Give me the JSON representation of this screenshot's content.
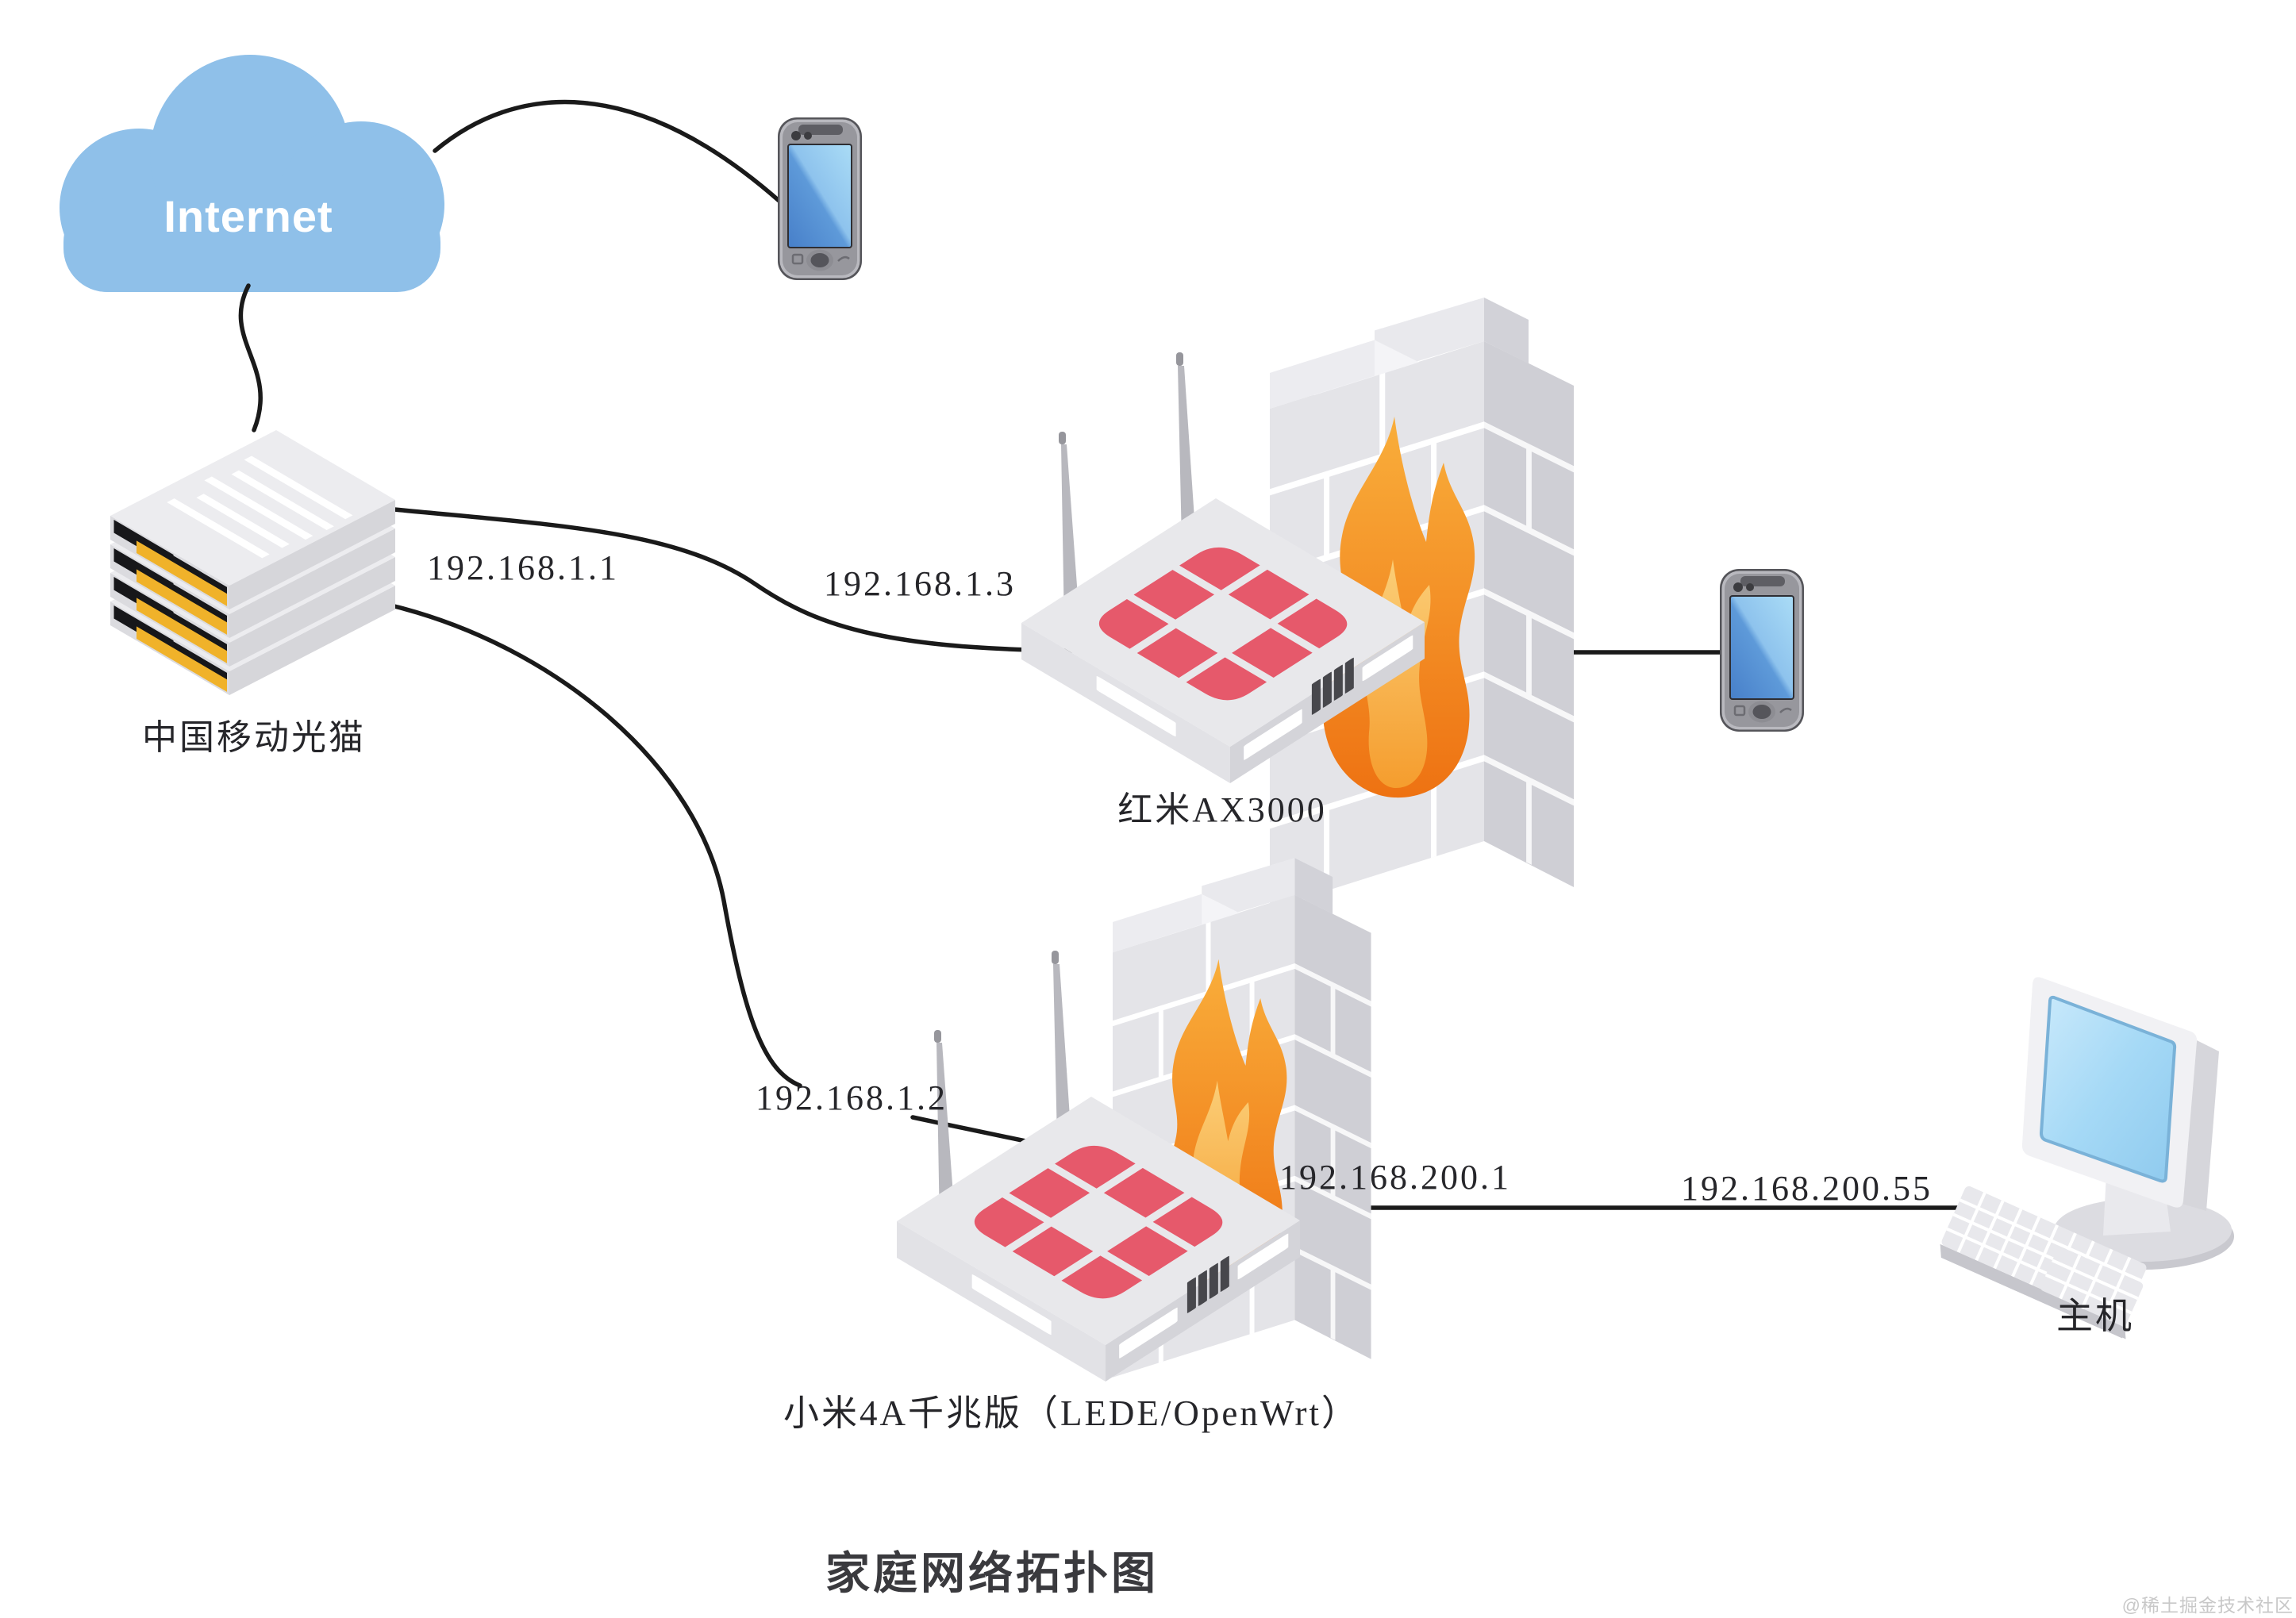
{
  "diagram_title": "家庭网络拓扑图",
  "watermark": "@稀土掘金技术社区",
  "internet_cloud": {
    "label": "Internet"
  },
  "nodes": {
    "modem": {
      "label": "中国移动光猫"
    },
    "router_redmi": {
      "label": "红米AX3000"
    },
    "router_xiaomi": {
      "label": "小米4A千兆版（LEDE/OpenWrt）"
    },
    "host": {
      "label": "主机"
    },
    "phone_top": {
      "kind": "smartphone"
    },
    "phone_right": {
      "kind": "smartphone"
    }
  },
  "ip_labels": {
    "modem_lan": "192.168.1.1",
    "redmi_wan": "192.168.1.3",
    "xiaomi_wan": "192.168.1.2",
    "xiaomi_lan": "192.168.200.1",
    "host": "192.168.200.55"
  },
  "colors": {
    "cloud_blue": "#8FC0E9",
    "router_red": "#E6596B",
    "modem_yellow": "#F0B22A",
    "flame_orange": "#EE7212",
    "wall_gray": "#E4E4E8",
    "line_black": "#1A1A1A",
    "screen_blue": "#8EC3ED"
  }
}
